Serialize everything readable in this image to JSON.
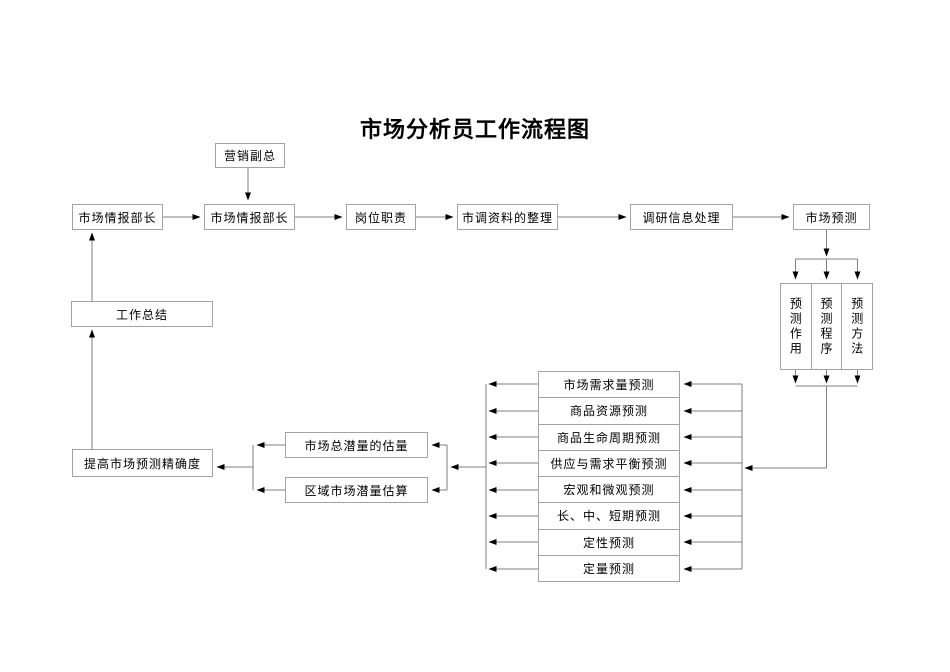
{
  "title": "市场分析员工作流程图",
  "top_flow": {
    "supervisor": "营销副总",
    "steps": [
      "市场情报部长",
      "市场情报部长",
      "岗位职责",
      "市调资料的整理",
      "调研信息处理",
      "市场预测"
    ]
  },
  "forecast_dimensions": [
    "预测作用",
    "预测程序",
    "预测方法"
  ],
  "forecast_types": [
    "市场需求量预测",
    "商品资源预测",
    "商品生命周期预测",
    "供应与需求平衡预测",
    "宏观和微观预测",
    "长、中、短期预测",
    "定性预测",
    "定量预测"
  ],
  "estimation": [
    "市场总潜量的估量",
    "区域市场潜量估算"
  ],
  "improve_label": "提高市场预测精确度",
  "summary_label": "工作总结",
  "colors": {
    "background": "#ffffff",
    "box_border": "#a3a3a3",
    "connector": "#7f7f7f",
    "arrowhead": "#000000",
    "text": "#000000"
  }
}
